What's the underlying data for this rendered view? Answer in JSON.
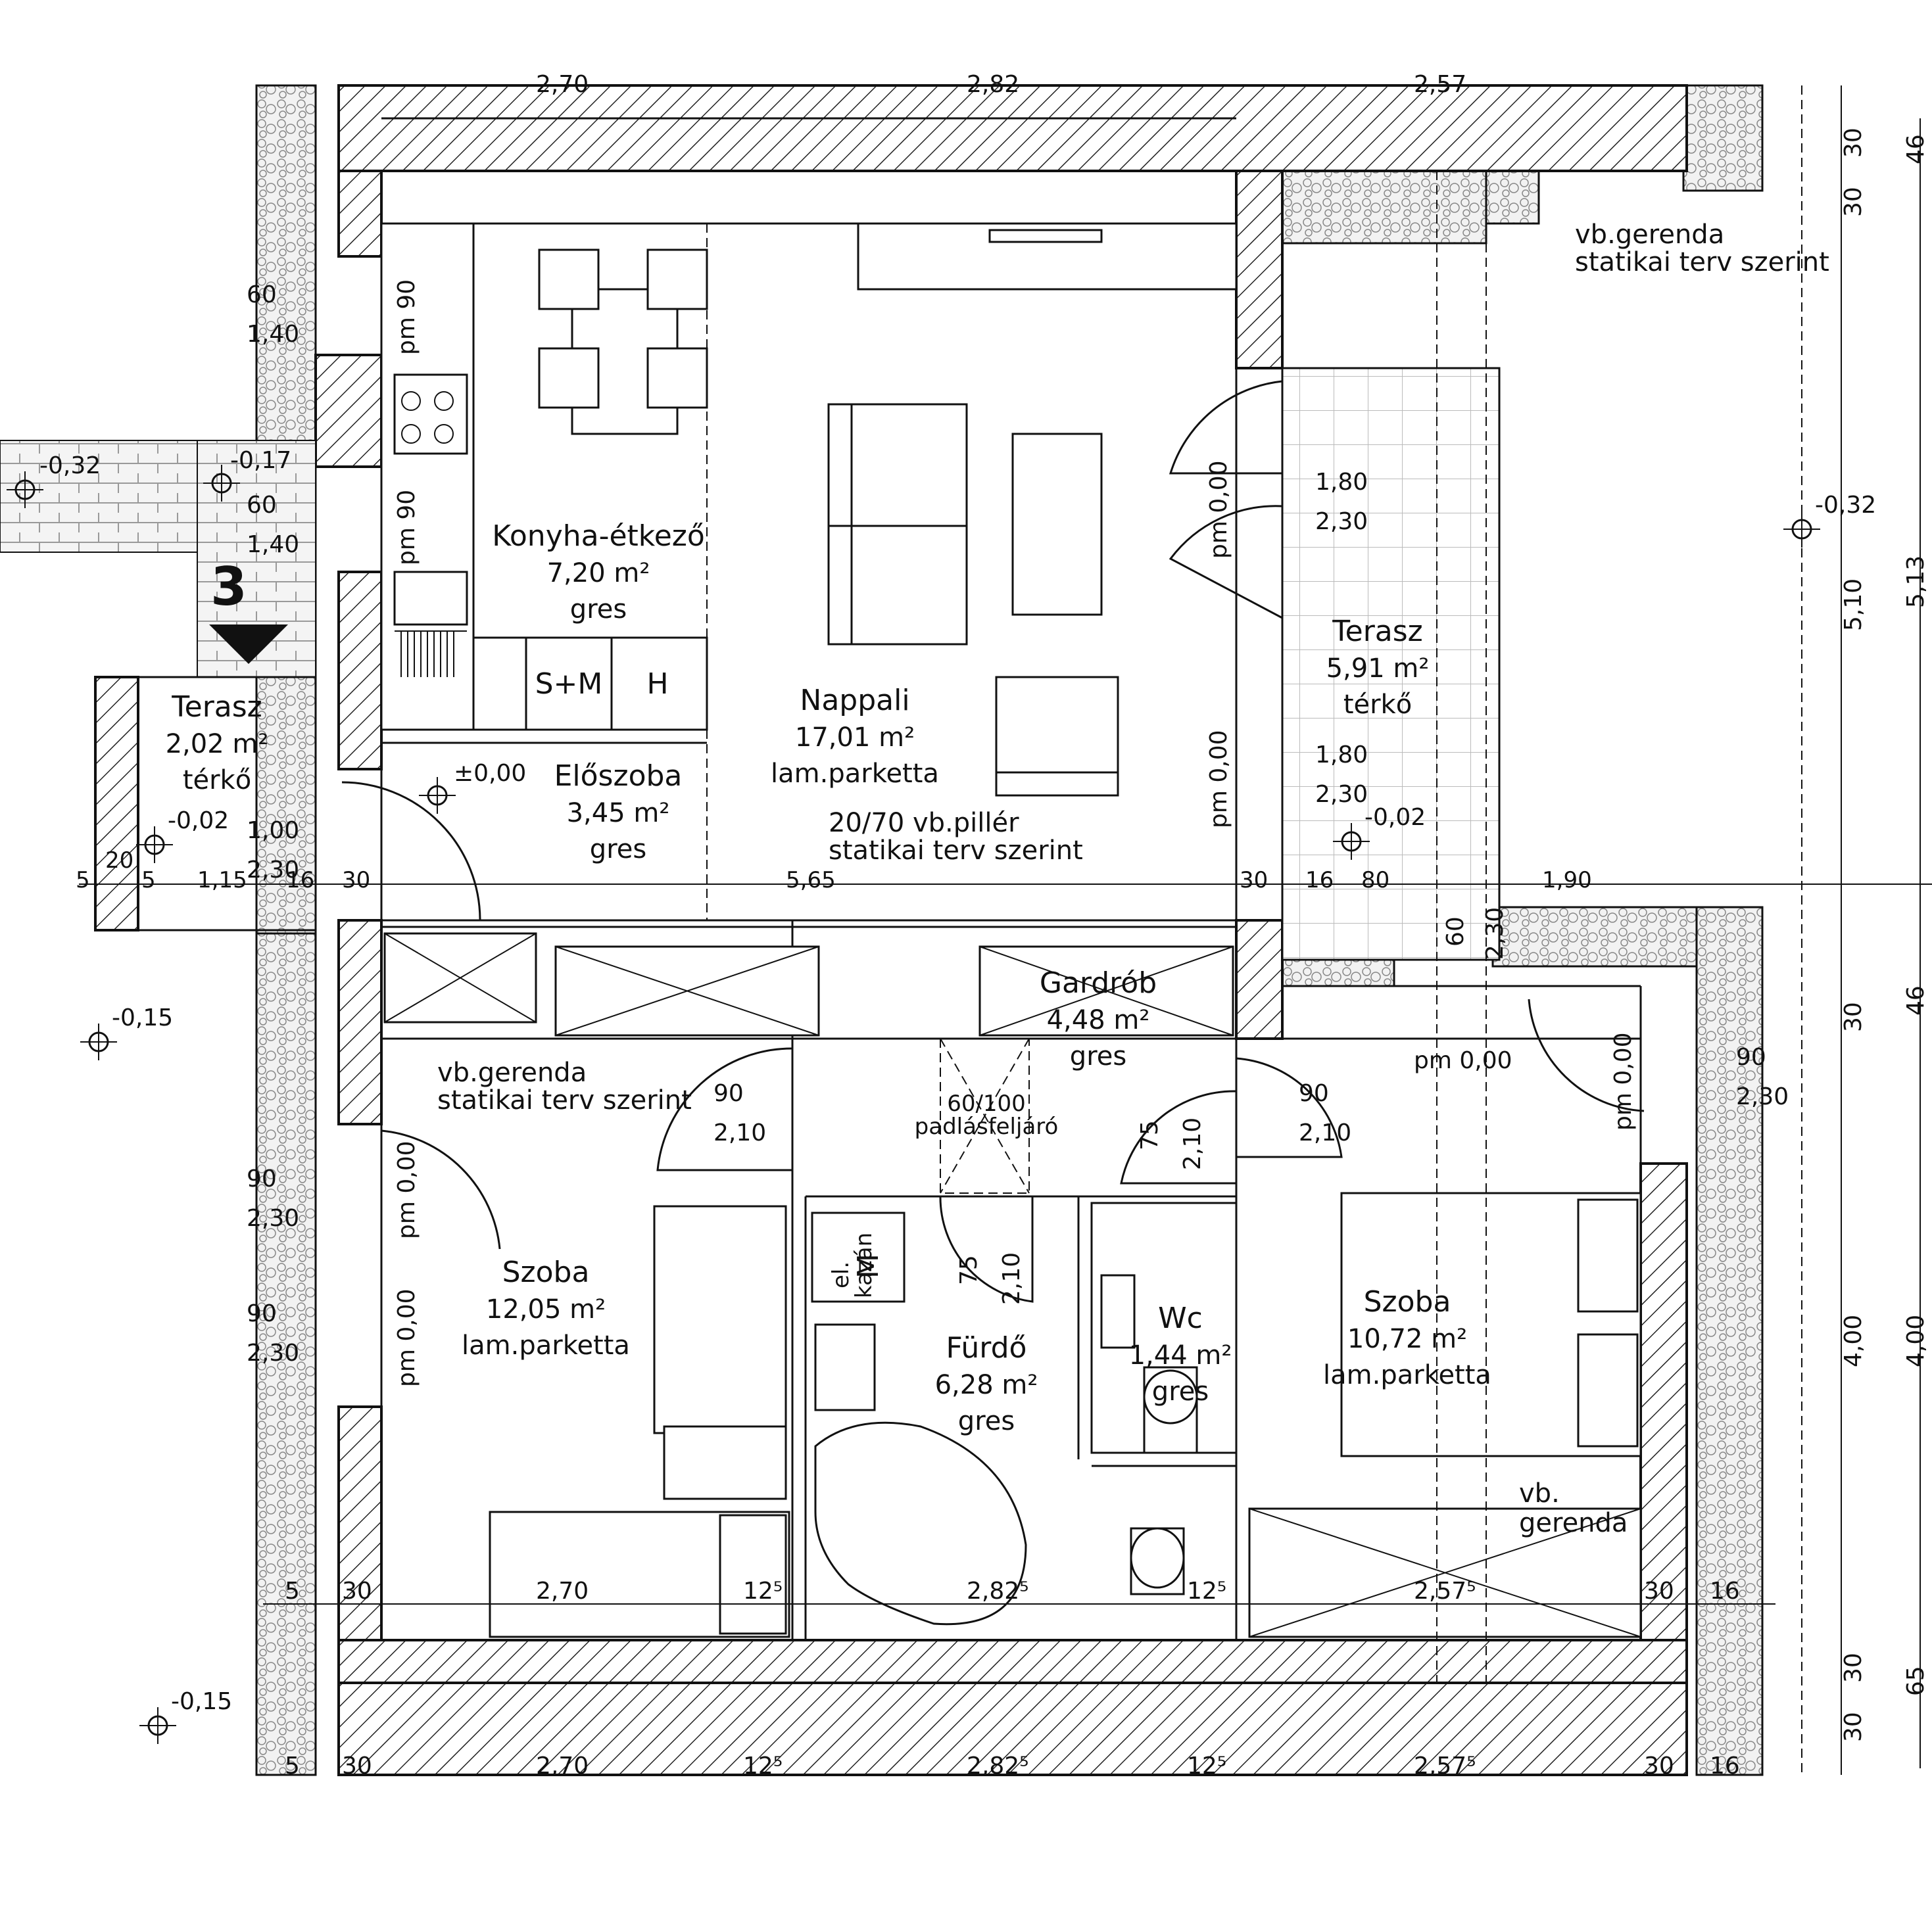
{
  "rooms": {
    "konyha": {
      "name": "Konyha-étkező",
      "area": "7,20 m²",
      "floor": "gres"
    },
    "nappali": {
      "name": "Nappali",
      "area": "17,01 m²",
      "floor": "lam.parketta"
    },
    "eloszoba": {
      "name": "Előszoba",
      "area": "3,45 m²",
      "floor": "gres"
    },
    "terasz_right": {
      "name": "Terasz",
      "area": "5,91 m²",
      "floor": "térkő"
    },
    "terasz_left": {
      "name": "Terasz",
      "area": "2,02 m²",
      "floor": "térkő"
    },
    "gardrob": {
      "name": "Gardrób",
      "area": "4,48 m²",
      "floor": "gres"
    },
    "szoba_left": {
      "name": "Szoba",
      "area": "12,05 m²",
      "floor": "lam.parketta"
    },
    "furdo": {
      "name": "Fürdő",
      "area": "6,28 m²",
      "floor": "gres"
    },
    "wc": {
      "name": "Wc",
      "area": "1,44 m²",
      "floor": "gres"
    },
    "szoba_right": {
      "name": "Szoba",
      "area": "10,72 m²",
      "floor": "lam.parketta"
    }
  },
  "annotations": {
    "vb_gerenda_top": [
      "vb.gerenda",
      "statikai terv szerint"
    ],
    "vb_gerenda_left": [
      "vb.gerenda",
      "statikai terv szerint"
    ],
    "piller": [
      "20/70 vb.pillér",
      "statikai terv szerint"
    ],
    "vb_gerenda_right": [
      "vb.",
      "gerenda"
    ],
    "padlas": [
      "60/100",
      "padlásfeljáró"
    ],
    "kitchen_appliances": [
      "S+M",
      "H"
    ],
    "kazan": [
      "el.",
      "kazán"
    ],
    "kazan_mark": "M",
    "section_mark": "3"
  },
  "levels": [
    "-0,32",
    "-0,17",
    "±0,00",
    "-0,02",
    "-0,15",
    "-0,15",
    "-0,32",
    "-0,02"
  ],
  "windows": {
    "pm90_a": "pm 90",
    "pm90_b": "pm 90",
    "w60_140_a": [
      "60",
      "1,40"
    ],
    "w60_140_b": [
      "60",
      "1,40"
    ],
    "pm000_a": "pm 0,00",
    "pm000_b": "pm 0,00",
    "d180_230_a": [
      "1,80",
      "2,30"
    ],
    "d180_230_b": [
      "1,80",
      "2,30"
    ],
    "d100_230": [
      "1,00",
      "2,30"
    ],
    "d90_210_a": [
      "90",
      "2,10"
    ],
    "d90_210_b": [
      "90",
      "2,10"
    ],
    "d75_210_a": [
      "75",
      "2,10"
    ],
    "d75_210_b": [
      "75",
      "2,10"
    ],
    "w90_230_a": [
      "90",
      "2,30"
    ],
    "w90_230_b": [
      "90",
      "2,30"
    ],
    "w90_230_c": [
      "90",
      "2,30"
    ],
    "pm000_c": "pm 0,00",
    "pm000_d": "pm 0,00",
    "pm000_e": "pm 0,00",
    "pm000_f": "pm 0,00",
    "w60_230": [
      "60",
      "2,30"
    ]
  },
  "dimensions": {
    "row_top": [
      "5",
      "30",
      "2,70",
      "12⁵",
      "2,82⁵",
      "12⁵",
      "2,57⁵",
      "30",
      "16"
    ],
    "row_mid": [
      "5",
      "20",
      "5",
      "1,15",
      "16",
      "30",
      "5,65",
      "30",
      "16",
      "80",
      "1,90"
    ],
    "row_bottom": [
      "5",
      "30",
      "2,70",
      "12⁵",
      "2,82⁵",
      "12⁵",
      "2,57⁵",
      "30",
      "16"
    ],
    "row_bottom2": [
      "5",
      "30",
      "2,70",
      "12⁵",
      "2,82⁵",
      "12⁵",
      "2,57⁵",
      "30",
      "16"
    ],
    "vertical_right": [
      "30",
      "46",
      "30",
      "5,10",
      "5,13",
      "30",
      "46",
      "4,00",
      "4,00",
      "30",
      "65",
      "30"
    ],
    "top_partial": [
      "2,70",
      "2,82",
      "2,57"
    ]
  }
}
